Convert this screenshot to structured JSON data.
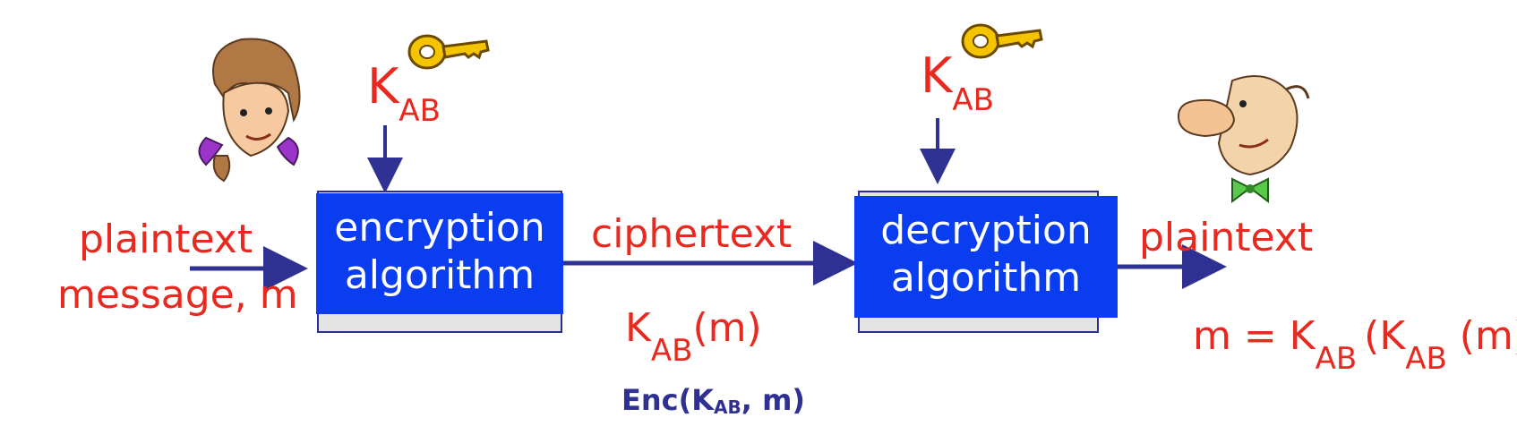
{
  "left": {
    "input_label_line1": "plaintext",
    "input_label_line2": "message, m",
    "key": {
      "main": "K",
      "sub": "AB"
    }
  },
  "encryption_box": {
    "line1": "encryption",
    "line2": "algorithm"
  },
  "middle": {
    "channel_label": "ciphertext",
    "cipher_formula": {
      "main": "K",
      "sub": "AB",
      "rest": "(m)"
    },
    "enc_notation": {
      "prefix": "Enc(K",
      "sub": "AB",
      "suffix": ", m)"
    }
  },
  "decryption_box": {
    "line1": "decryption",
    "line2": "algorithm"
  },
  "right": {
    "key": {
      "main": "K",
      "sub": "AB"
    },
    "output_label": "plaintext",
    "result_formula": {
      "lhs": "m = K",
      "sub1": "AB",
      "mid": "(K",
      "sub2": "AB",
      "rest": "(m))"
    }
  },
  "characters": [
    "alice",
    "bob"
  ],
  "icons": [
    "key-icon",
    "key-icon"
  ],
  "colors": {
    "label": "#e8291f",
    "box": "#0a3cf0",
    "arrow": "#2e3191"
  }
}
